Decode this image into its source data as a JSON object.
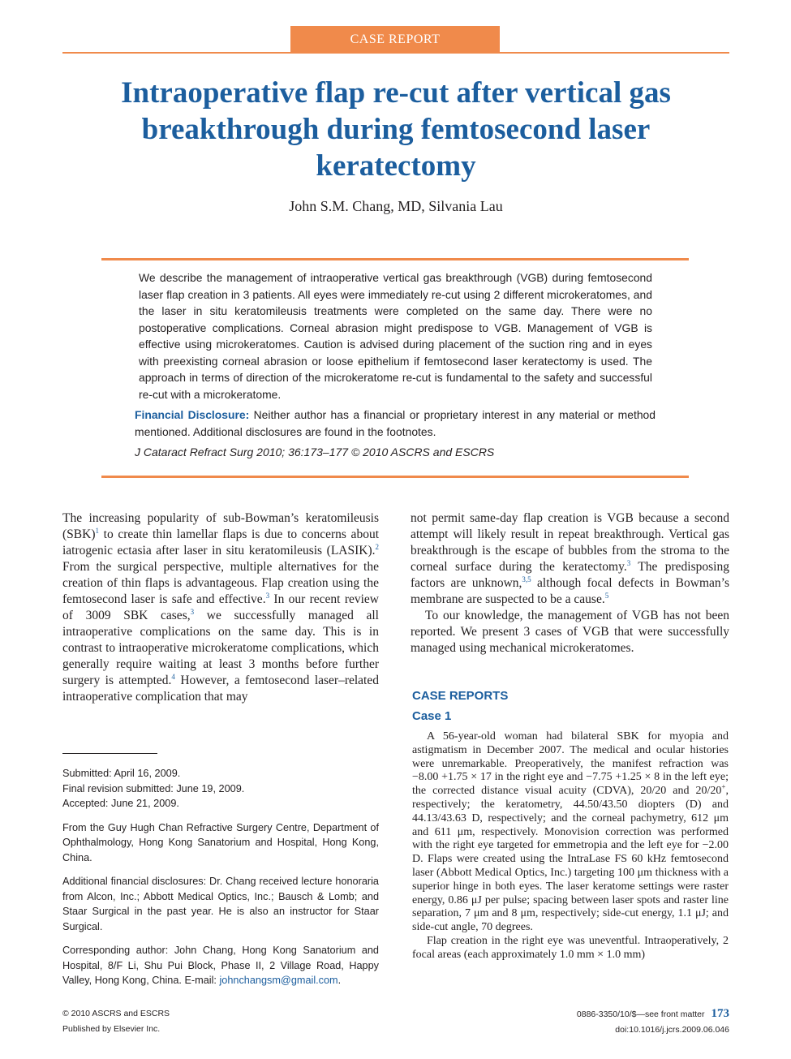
{
  "header": {
    "section_label": "CASE REPORT"
  },
  "title": [
    "Intraoperative flap re-cut after vertical gas",
    "breakthrough during femtosecond laser",
    "keratectomy"
  ],
  "authors": "John S.M. Chang, MD, Silvania Lau",
  "abstract": "We describe the management of intraoperative vertical gas breakthrough (VGB) during femtosecond laser flap creation in 3 patients. All eyes were immediately re-cut using 2 different microkeratomes, and the laser in situ keratomileusis treatments were completed on the same day. There were no postoperative complications. Corneal abrasion might predispose to VGB. Management of VGB is effective using microkeratomes. Caution is advised during placement of the suction ring and in eyes with preexisting corneal abrasion or loose epithelium if femtosecond laser keratectomy is used. The approach in terms of direction of the microkeratome re-cut is fundamental to the safety and successful re-cut with a microkeratome.",
  "financial": {
    "label": "Financial Disclosure:",
    "text": " Neither author has a financial or proprietary interest in any material or method mentioned. Additional disclosures are found in the footnotes."
  },
  "citation": "J Cataract Refract Surg 2010; 36:173–177 © 2010 ASCRS and ESCRS",
  "col1": {
    "p1": [
      "The increasing popularity of sub-Bowman’s keratomileusis (SBK)",
      "1",
      " to create thin lamellar flaps is due to concerns about iatrogenic ectasia after laser in situ keratomileusis (LASIK).",
      "2",
      " From the surgical perspective, multiple alternatives for the creation of thin flaps is advantageous. Flap creation using the femtosecond laser is safe and effective.",
      "3",
      " In our recent review of 3009 SBK cases,",
      "3",
      " we successfully managed all intraoperative complications on the same day. This is in contrast to intraoperative microkeratome complications, which generally require waiting at least 3 months before further surgery is attempted.",
      "4",
      " However, a femtosecond laser–related intraoperative complication that may"
    ]
  },
  "col2": {
    "p1": [
      "not permit same-day flap creation is VGB because a second attempt will likely result in repeat breakthrough. Vertical gas breakthrough is the escape of bubbles from the stroma to the corneal surface during the keratectomy.",
      "3",
      " The predisposing factors are unknown,",
      "3,5",
      " although focal defects in Bowman’s membrane are suspected to be a cause.",
      "5"
    ],
    "p2": "To our knowledge, the management of VGB has not been reported. We present 3 cases of VGB that were successfully managed using mechanical microkeratomes.",
    "heading_case_reports": "CASE REPORTS",
    "heading_case1": "Case 1",
    "case1_p1": [
      "A 56-year-old woman had bilateral SBK for myopia and astigmatism in December 2007. The medical and ocular histories were unremarkable. Preoperatively, the manifest refraction was −8.00 +1.75 × 17 in the right eye and −7.75 +1.25 × 8 in the left eye; the corrected distance visual acuity (CDVA), 20/20 and 20/20",
      "+",
      ", respectively; the keratometry, 44.50/43.50 diopters (D) and 44.13/43.63 D, respectively; and the corneal pachymetry, 612 μm and 611 μm, respectively. Monovision correction was performed with the right eye targeted for emmetropia and the left eye for −2.00 D. Flaps were created using the IntraLase FS 60 kHz femtosecond laser (Abbott Medical Optics, Inc.) targeting 100 μm thickness with a superior hinge in both eyes. The laser keratome settings were raster energy, 0.86 μJ per pulse; spacing between laser spots and raster line separation, 7 μm and 8 μm, respectively; side-cut energy, 1.1 μJ; and side-cut angle, 70 degrees."
    ],
    "case1_p2": "Flap creation in the right eye was uneventful. Intraoperatively, 2 focal areas (each approximately 1.0 mm × 1.0 mm)"
  },
  "footnotes": {
    "dates": [
      "Submitted: April 16, 2009.",
      "Final revision submitted: June 19, 2009.",
      "Accepted: June 21, 2009."
    ],
    "affiliation": "From the Guy Hugh Chan Refractive Surgery Centre, Department of Ophthalmology, Hong Kong Sanatorium and Hospital, Hong Kong, China.",
    "additional": "Additional financial disclosures: Dr. Chang received lecture honoraria from Alcon, Inc.; Abbott Medical Optics, Inc.; Bausch & Lomb; and Staar Surgical in the past year. He is also an instructor for Staar Surgical.",
    "corresponding": "Corresponding author: John Chang, Hong Kong Sanatorium and Hospital, 8/F Li, Shu Pui Block, Phase II, 2 Village Road, Happy Valley, Hong Kong, China. E-mail: ",
    "email": "johnchangsm@gmail.com",
    "email_end": "."
  },
  "footer": {
    "copyright": "© 2010 ASCRS and ESCRS",
    "publisher": "Published by Elsevier Inc.",
    "issn": "0886-3350/10/$—see front matter",
    "page_number": "173",
    "doi": "doi:10.1016/j.jcrs.2009.06.046"
  },
  "colors": {
    "accent_orange": "#f08a4b",
    "heading_blue": "#1c5e9e"
  }
}
